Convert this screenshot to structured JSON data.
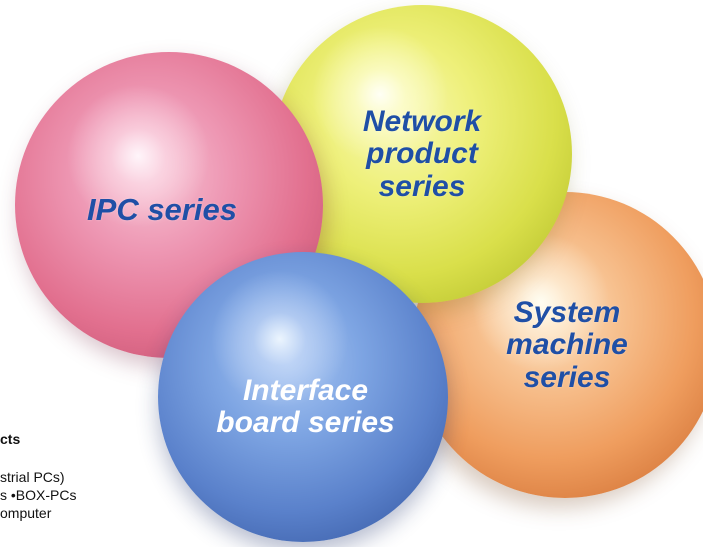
{
  "spheres": {
    "ipc": {
      "label": "IPC series",
      "color": "#e2708f"
    },
    "network": {
      "label": "Network\nproduct\nseries",
      "color": "#d9df4a"
    },
    "system": {
      "label": "System\nmachine\nseries",
      "color": "#ef9d5e"
    },
    "interface": {
      "label": "Interface\nboard series",
      "color": "#5a81cb"
    }
  },
  "label_color": "#1f4fa6",
  "side_text": {
    "heading": "cts",
    "line_1": "strial PCs)",
    "line_2": "s  •BOX-PCs",
    "line_3": "omputer"
  }
}
